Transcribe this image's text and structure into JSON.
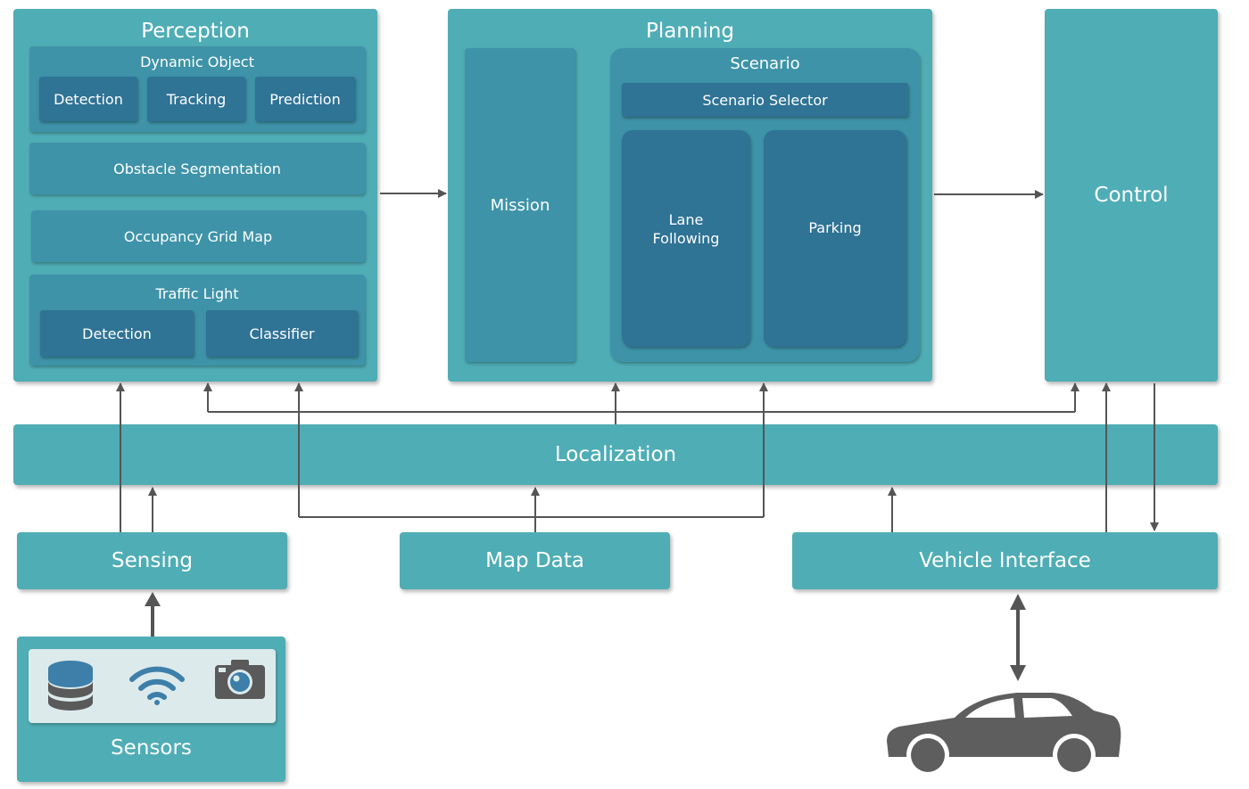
{
  "perception": {
    "title": "Perception",
    "dynamic_object": {
      "title": "Dynamic Object",
      "items": [
        "Detection",
        "Tracking",
        "Prediction"
      ]
    },
    "obstacle_segmentation": "Obstacle Segmentation",
    "occupancy_grid_map": "Occupancy Grid Map",
    "traffic_light": {
      "title": "Traffic Light",
      "items": [
        "Detection",
        "Classifier"
      ]
    }
  },
  "planning": {
    "title": "Planning",
    "mission": "Mission",
    "scenario": {
      "title": "Scenario",
      "selector": "Scenario Selector",
      "lane_following": "Lane\nFollowing",
      "parking": "Parking"
    }
  },
  "control": {
    "title": "Control"
  },
  "localization": {
    "title": "Localization"
  },
  "sensing": {
    "title": "Sensing"
  },
  "map_data": {
    "title": "Map Data"
  },
  "vehicle_interface": {
    "title": "Vehicle Interface"
  },
  "sensors": {
    "title": "Sensors",
    "icons": [
      "database-icon",
      "wireless-signal-icon",
      "camera-icon"
    ]
  },
  "vehicle": {
    "icon": "car-icon"
  },
  "colors": {
    "module": "#4fadb5",
    "submodule": "#3e93a8",
    "component": "#2f7395",
    "arrow": "#555555"
  }
}
